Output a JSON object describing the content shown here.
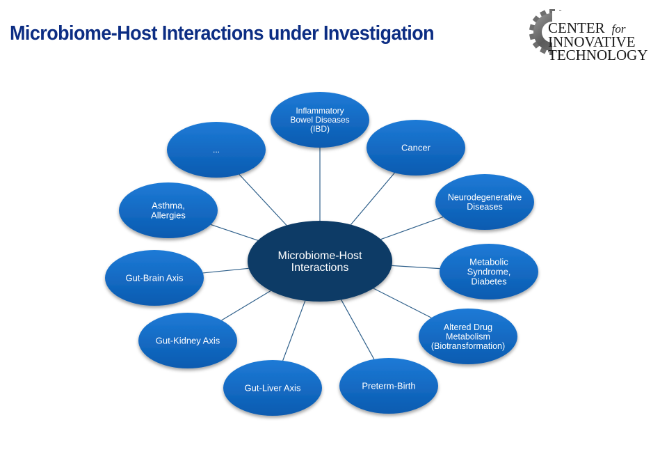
{
  "slide": {
    "title": "Microbiome-Host Interactions under Investigation",
    "logo": {
      "icon": "gear-icon",
      "line1": "CENTER",
      "line1_suffix": "for",
      "line2": "INNOVATIVE",
      "line3": "TECHNOLOGY"
    }
  },
  "diagram": {
    "type": "hub-and-spoke",
    "colors": {
      "hub_fill": "#0b3a66",
      "node_fill_top": "#1e7ad6",
      "node_fill_bottom": "#0a5bb0",
      "connector": "#2e5f8a",
      "title": "#0c2d83"
    },
    "hub": {
      "label_lines": [
        "Microbiome-Host",
        "Interactions"
      ]
    },
    "nodes": [
      {
        "id": "ibd",
        "label_lines": [
          "Inflammatory",
          "Bowel Diseases",
          "(IBD)"
        ]
      },
      {
        "id": "cancer",
        "label_lines": [
          "Cancer"
        ]
      },
      {
        "id": "neuro",
        "label_lines": [
          "Neurodegenerative",
          "Diseases"
        ]
      },
      {
        "id": "metabolic",
        "label_lines": [
          "Metabolic",
          "Syndrome,",
          "Diabetes"
        ]
      },
      {
        "id": "drug",
        "label_lines": [
          "Altered Drug",
          "Metabolism",
          "(Biotransformation)"
        ]
      },
      {
        "id": "preterm",
        "label_lines": [
          "Preterm-Birth"
        ]
      },
      {
        "id": "liver",
        "label_lines": [
          "Gut-Liver Axis"
        ]
      },
      {
        "id": "kidney",
        "label_lines": [
          "Gut-Kidney Axis"
        ]
      },
      {
        "id": "brain",
        "label_lines": [
          "Gut-Brain Axis"
        ]
      },
      {
        "id": "asthma",
        "label_lines": [
          "Asthma,",
          "Allergies"
        ]
      },
      {
        "id": "more",
        "label_lines": [
          "..."
        ]
      }
    ]
  }
}
